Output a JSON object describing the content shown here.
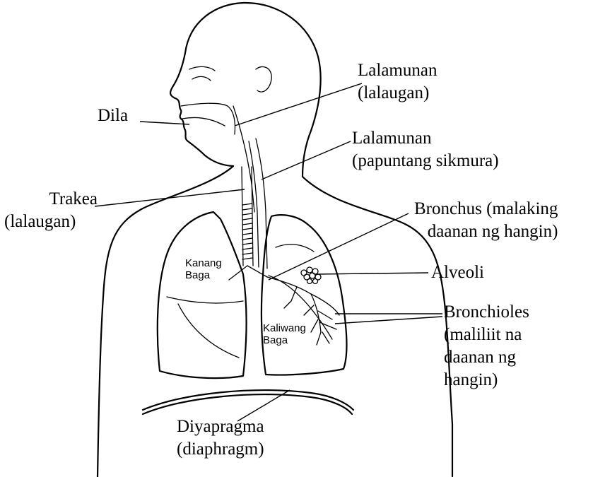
{
  "labels": {
    "dila": "Dila",
    "lalamunan_air": {
      "line1": "Lalamunan",
      "line2": "(lalaugan)"
    },
    "lalamunan_food": {
      "line1": "Lalamunan",
      "line2": "(papuntang sikmura)"
    },
    "trakea": {
      "line1": "Trakea",
      "line2": "(lalaugan)"
    },
    "bronchus": {
      "line1": "Bronchus (malaking",
      "line2": "daanan ng hangin)"
    },
    "alveoli": "Alveoli",
    "bronchioles": {
      "line1": "Bronchioles",
      "line2": "(maliliit na",
      "line3": "daanan ng",
      "line4": "hangin)"
    },
    "diyapragma": {
      "line1": "Diyapragma",
      "line2": "(diaphragm)"
    },
    "kanang_baga": {
      "line1": "Kanang",
      "line2": "Baga"
    },
    "kaliwang_baga": {
      "line1": "Kaliwang",
      "line2": "Baga"
    }
  }
}
